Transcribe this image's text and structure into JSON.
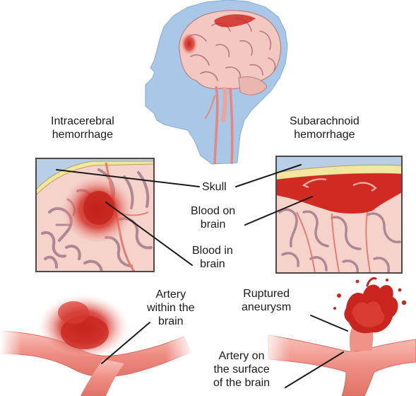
{
  "labels": {
    "intracerebral": {
      "line1": "Intracerebral",
      "line2": "hemorrhage"
    },
    "subarachnoid": {
      "line1": "Subarachnoid",
      "line2": "hemorrhage"
    },
    "skull": "Skull",
    "blood_on_brain": {
      "line1": "Blood on",
      "line2": "brain"
    },
    "blood_in_brain": {
      "line1": "Blood in",
      "line2": "brain"
    },
    "artery_within": {
      "line1": "Artery",
      "line2": "within the",
      "line3": "brain"
    },
    "ruptured_aneurysm": {
      "line1": "Ruptured",
      "line2": "aneurysm"
    },
    "artery_surface": {
      "line1": "Artery on",
      "line2": "the surface",
      "line3": "of the brain"
    }
  },
  "colors": {
    "head": "#a9c7e6",
    "brain": "#f2c8c0",
    "fold": "#a5788a",
    "blood": "#d42a22",
    "artery": "#f0958c",
    "frame": "#555555",
    "skull": "#f3e6a0"
  }
}
